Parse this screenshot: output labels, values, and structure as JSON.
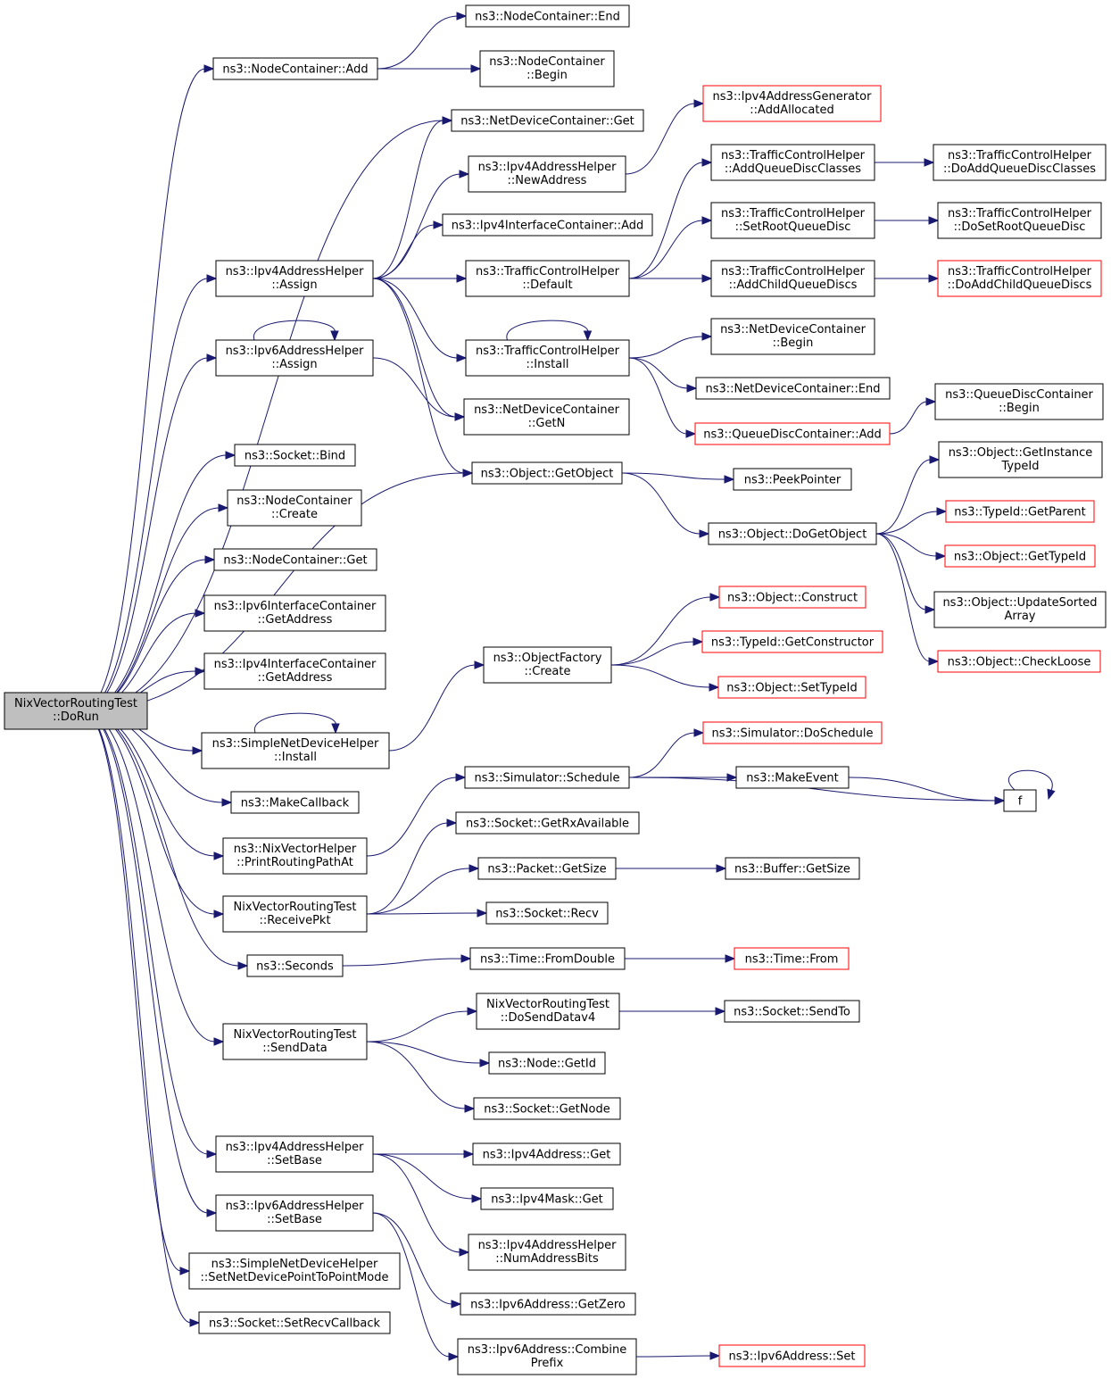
{
  "colors": {
    "edge": "#191970",
    "node_border": "#000000",
    "truncated_border": "#ff0000",
    "root_fill": "#bfbfbf"
  },
  "nodes": [
    {
      "id": "root",
      "lines": [
        "NixVectorRoutingTest",
        "::DoRun"
      ],
      "root": true
    },
    {
      "id": "nc_add",
      "lines": [
        "ns3::NodeContainer::Add"
      ]
    },
    {
      "id": "nc_end",
      "lines": [
        "ns3::NodeContainer::End"
      ]
    },
    {
      "id": "nc_begin",
      "lines": [
        "ns3::NodeContainer",
        "::Begin"
      ]
    },
    {
      "id": "ndc_get",
      "lines": [
        "ns3::NetDeviceContainer::Get"
      ]
    },
    {
      "id": "ipv4gen_add",
      "lines": [
        "ns3::Ipv4AddressGenerator",
        "::AddAllocated"
      ],
      "red": true
    },
    {
      "id": "ipv4h_newaddr",
      "lines": [
        "ns3::Ipv4AddressHelper",
        "::NewAddress"
      ]
    },
    {
      "id": "tch_addqdc",
      "lines": [
        "ns3::TrafficControlHelper",
        "::AddQueueDiscClasses"
      ]
    },
    {
      "id": "tch_doaddqdc",
      "lines": [
        "ns3::TrafficControlHelper",
        "::DoAddQueueDiscClasses"
      ]
    },
    {
      "id": "ipv4ic_add",
      "lines": [
        "ns3::Ipv4InterfaceContainer::Add"
      ]
    },
    {
      "id": "tch_setroot",
      "lines": [
        "ns3::TrafficControlHelper",
        "::SetRootQueueDisc"
      ]
    },
    {
      "id": "tch_dosetroot",
      "lines": [
        "ns3::TrafficControlHelper",
        "::DoSetRootQueueDisc"
      ]
    },
    {
      "id": "ipv4h_assign",
      "lines": [
        "ns3::Ipv4AddressHelper",
        "::Assign"
      ]
    },
    {
      "id": "tch_default",
      "lines": [
        "ns3::TrafficControlHelper",
        "::Default"
      ]
    },
    {
      "id": "tch_addchild",
      "lines": [
        "ns3::TrafficControlHelper",
        "::AddChildQueueDiscs"
      ]
    },
    {
      "id": "tch_doaddchild",
      "lines": [
        "ns3::TrafficControlHelper",
        "::DoAddChildQueueDiscs"
      ],
      "red": true
    },
    {
      "id": "ndc_begin",
      "lines": [
        "ns3::NetDeviceContainer",
        "::Begin"
      ]
    },
    {
      "id": "ipv6h_assign",
      "lines": [
        "ns3::Ipv6AddressHelper",
        "::Assign"
      ]
    },
    {
      "id": "tch_install",
      "lines": [
        "ns3::TrafficControlHelper",
        "::Install"
      ]
    },
    {
      "id": "ndc_end",
      "lines": [
        "ns3::NetDeviceContainer::End"
      ]
    },
    {
      "id": "qdc_begin",
      "lines": [
        "ns3::QueueDiscContainer",
        "::Begin"
      ]
    },
    {
      "id": "ndc_getn",
      "lines": [
        "ns3::NetDeviceContainer",
        "::GetN"
      ]
    },
    {
      "id": "qdc_add",
      "lines": [
        "ns3::QueueDiscContainer::Add"
      ],
      "red": true
    },
    {
      "id": "sock_bind",
      "lines": [
        "ns3::Socket::Bind"
      ]
    },
    {
      "id": "obj_getinst",
      "lines": [
        "ns3::Object::GetInstance",
        "TypeId"
      ]
    },
    {
      "id": "obj_getobj",
      "lines": [
        "ns3::Object::GetObject"
      ]
    },
    {
      "id": "peekptr",
      "lines": [
        "ns3::PeekPointer"
      ]
    },
    {
      "id": "nc_create",
      "lines": [
        "ns3::NodeContainer",
        "::Create"
      ]
    },
    {
      "id": "tid_getparent",
      "lines": [
        "ns3::TypeId::GetParent"
      ],
      "red": true
    },
    {
      "id": "obj_dogetobj",
      "lines": [
        "ns3::Object::DoGetObject"
      ]
    },
    {
      "id": "obj_gettid",
      "lines": [
        "ns3::Object::GetTypeId"
      ],
      "red": true
    },
    {
      "id": "nc_get",
      "lines": [
        "ns3::NodeContainer::Get"
      ]
    },
    {
      "id": "obj_construct",
      "lines": [
        "ns3::Object::Construct"
      ],
      "red": true
    },
    {
      "id": "obj_update",
      "lines": [
        "ns3::Object::UpdateSorted",
        "Array"
      ]
    },
    {
      "id": "ipv6ic_getaddr",
      "lines": [
        "ns3::Ipv6InterfaceContainer",
        "::GetAddress"
      ]
    },
    {
      "id": "tid_getctor",
      "lines": [
        "ns3::TypeId::GetConstructor"
      ],
      "red": true
    },
    {
      "id": "obj_checkloose",
      "lines": [
        "ns3::Object::CheckLoose"
      ],
      "red": true
    },
    {
      "id": "of_create",
      "lines": [
        "ns3::ObjectFactory",
        "::Create"
      ]
    },
    {
      "id": "ipv4ic_getaddr",
      "lines": [
        "ns3::Ipv4InterfaceContainer",
        "::GetAddress"
      ]
    },
    {
      "id": "obj_settid",
      "lines": [
        "ns3::Object::SetTypeId"
      ],
      "red": true
    },
    {
      "id": "sim_dosched",
      "lines": [
        "ns3::Simulator::DoSchedule"
      ],
      "red": true
    },
    {
      "id": "sndh_install",
      "lines": [
        "ns3::SimpleNetDeviceHelper",
        "::Install"
      ]
    },
    {
      "id": "sim_sched",
      "lines": [
        "ns3::Simulator::Schedule"
      ]
    },
    {
      "id": "makeevent",
      "lines": [
        "ns3::MakeEvent"
      ]
    },
    {
      "id": "makecb",
      "lines": [
        "ns3::MakeCallback"
      ]
    },
    {
      "id": "f",
      "lines": [
        "f"
      ]
    },
    {
      "id": "sock_getrx",
      "lines": [
        "ns3::Socket::GetRxAvailable"
      ]
    },
    {
      "id": "nvh_print",
      "lines": [
        "ns3::NixVectorHelper",
        "::PrintRoutingPathAt"
      ]
    },
    {
      "id": "pkt_getsize",
      "lines": [
        "ns3::Packet::GetSize"
      ]
    },
    {
      "id": "buf_getsize",
      "lines": [
        "ns3::Buffer::GetSize"
      ]
    },
    {
      "id": "nvrt_recv",
      "lines": [
        "NixVectorRoutingTest",
        "::ReceivePkt"
      ]
    },
    {
      "id": "sock_recv",
      "lines": [
        "ns3::Socket::Recv"
      ]
    },
    {
      "id": "seconds",
      "lines": [
        "ns3::Seconds"
      ]
    },
    {
      "id": "time_fromdouble",
      "lines": [
        "ns3::Time::FromDouble"
      ]
    },
    {
      "id": "time_from",
      "lines": [
        "ns3::Time::From"
      ],
      "red": true
    },
    {
      "id": "nvrt_dosend",
      "lines": [
        "NixVectorRoutingTest",
        "::DoSendDatav4"
      ]
    },
    {
      "id": "sock_sendto",
      "lines": [
        "ns3::Socket::SendTo"
      ]
    },
    {
      "id": "nvrt_send",
      "lines": [
        "NixVectorRoutingTest",
        "::SendData"
      ]
    },
    {
      "id": "node_getid",
      "lines": [
        "ns3::Node::GetId"
      ]
    },
    {
      "id": "sock_getnode",
      "lines": [
        "ns3::Socket::GetNode"
      ]
    },
    {
      "id": "ipv4h_setbase",
      "lines": [
        "ns3::Ipv4AddressHelper",
        "::SetBase"
      ]
    },
    {
      "id": "ipv4a_get",
      "lines": [
        "ns3::Ipv4Address::Get"
      ]
    },
    {
      "id": "ipv4m_get",
      "lines": [
        "ns3::Ipv4Mask::Get"
      ]
    },
    {
      "id": "ipv6h_setbase",
      "lines": [
        "ns3::Ipv6AddressHelper",
        "::SetBase"
      ]
    },
    {
      "id": "ipv4h_numbits",
      "lines": [
        "ns3::Ipv4AddressHelper",
        "::NumAddressBits"
      ]
    },
    {
      "id": "sndh_setp2p",
      "lines": [
        "ns3::SimpleNetDeviceHelper",
        "::SetNetDevicePointToPointMode"
      ]
    },
    {
      "id": "ipv6a_getzero",
      "lines": [
        "ns3::Ipv6Address::GetZero"
      ]
    },
    {
      "id": "sock_setrecvcb",
      "lines": [
        "ns3::Socket::SetRecvCallback"
      ]
    },
    {
      "id": "ipv6a_combine",
      "lines": [
        "ns3::Ipv6Address::Combine",
        "Prefix"
      ]
    },
    {
      "id": "ipv6a_set",
      "lines": [
        "ns3::Ipv6Address::Set"
      ],
      "red": true
    }
  ],
  "edges": [
    [
      "root",
      "nc_add"
    ],
    [
      "root",
      "ndc_get"
    ],
    [
      "root",
      "ipv4h_assign"
    ],
    [
      "root",
      "ipv6h_assign"
    ],
    [
      "root",
      "obj_getobj"
    ],
    [
      "root",
      "sock_bind"
    ],
    [
      "root",
      "nc_create"
    ],
    [
      "root",
      "nc_get"
    ],
    [
      "root",
      "ipv6ic_getaddr"
    ],
    [
      "root",
      "ipv4ic_getaddr"
    ],
    [
      "root",
      "sndh_install"
    ],
    [
      "root",
      "makecb"
    ],
    [
      "root",
      "nvh_print"
    ],
    [
      "root",
      "nvrt_recv"
    ],
    [
      "root",
      "seconds"
    ],
    [
      "root",
      "nvrt_send"
    ],
    [
      "root",
      "ipv4h_setbase"
    ],
    [
      "root",
      "ipv6h_setbase"
    ],
    [
      "root",
      "sndh_setp2p"
    ],
    [
      "root",
      "sock_setrecvcb"
    ],
    [
      "nc_add",
      "nc_end"
    ],
    [
      "nc_add",
      "nc_begin"
    ],
    [
      "ipv4h_assign",
      "ndc_get"
    ],
    [
      "ipv4h_assign",
      "ipv4h_newaddr"
    ],
    [
      "ipv4h_assign",
      "ipv4ic_add"
    ],
    [
      "ipv4h_assign",
      "tch_default"
    ],
    [
      "ipv4h_assign",
      "tch_install"
    ],
    [
      "ipv4h_assign",
      "ndc_getn"
    ],
    [
      "ipv4h_assign",
      "obj_getobj"
    ],
    [
      "ipv4h_newaddr",
      "ipv4gen_add"
    ],
    [
      "tch_default",
      "tch_addqdc"
    ],
    [
      "tch_default",
      "tch_setroot"
    ],
    [
      "tch_default",
      "tch_addchild"
    ],
    [
      "tch_addqdc",
      "tch_doaddqdc"
    ],
    [
      "tch_setroot",
      "tch_dosetroot"
    ],
    [
      "tch_addchild",
      "tch_doaddchild"
    ],
    [
      "tch_install",
      "tch_install"
    ],
    [
      "tch_install",
      "ndc_begin"
    ],
    [
      "tch_install",
      "ndc_end"
    ],
    [
      "tch_install",
      "qdc_add"
    ],
    [
      "qdc_add",
      "qdc_begin"
    ],
    [
      "ipv6h_assign",
      "ipv6h_assign"
    ],
    [
      "ipv6h_assign",
      "ndc_getn"
    ],
    [
      "obj_getobj",
      "peekptr"
    ],
    [
      "obj_getobj",
      "obj_dogetobj"
    ],
    [
      "obj_dogetobj",
      "obj_getinst"
    ],
    [
      "obj_dogetobj",
      "tid_getparent"
    ],
    [
      "obj_dogetobj",
      "obj_gettid"
    ],
    [
      "obj_dogetobj",
      "obj_update"
    ],
    [
      "obj_dogetobj",
      "obj_checkloose"
    ],
    [
      "sndh_install",
      "sndh_install"
    ],
    [
      "sndh_install",
      "of_create"
    ],
    [
      "of_create",
      "obj_construct"
    ],
    [
      "of_create",
      "tid_getctor"
    ],
    [
      "of_create",
      "obj_settid"
    ],
    [
      "nvh_print",
      "sim_sched"
    ],
    [
      "sim_sched",
      "sim_dosched"
    ],
    [
      "sim_sched",
      "makeevent"
    ],
    [
      "sim_sched",
      "f"
    ],
    [
      "makeevent",
      "f"
    ],
    [
      "f",
      "f"
    ],
    [
      "nvrt_recv",
      "sock_getrx"
    ],
    [
      "nvrt_recv",
      "pkt_getsize"
    ],
    [
      "nvrt_recv",
      "sock_recv"
    ],
    [
      "pkt_getsize",
      "buf_getsize"
    ],
    [
      "seconds",
      "time_fromdouble"
    ],
    [
      "time_fromdouble",
      "time_from"
    ],
    [
      "nvrt_send",
      "nvrt_dosend"
    ],
    [
      "nvrt_send",
      "node_getid"
    ],
    [
      "nvrt_send",
      "sock_getnode"
    ],
    [
      "nvrt_dosend",
      "sock_sendto"
    ],
    [
      "ipv4h_setbase",
      "ipv4a_get"
    ],
    [
      "ipv4h_setbase",
      "ipv4m_get"
    ],
    [
      "ipv4h_setbase",
      "ipv4h_numbits"
    ],
    [
      "ipv6h_setbase",
      "ipv6a_getzero"
    ],
    [
      "ipv6h_setbase",
      "ipv6a_combine"
    ],
    [
      "ipv6a_combine",
      "ipv6a_set"
    ]
  ]
}
